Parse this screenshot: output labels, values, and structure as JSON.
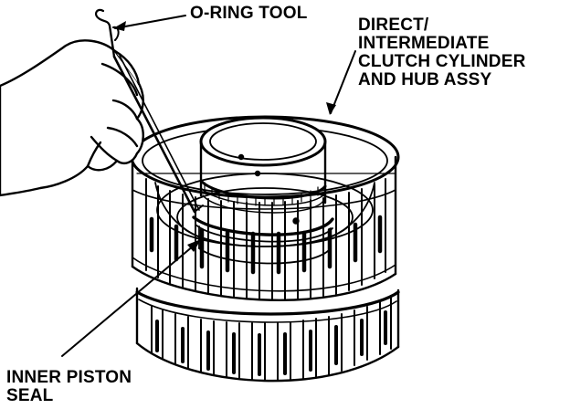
{
  "labels": {
    "o_ring_tool": "O-RING TOOL",
    "clutch_assembly": [
      "DIRECT/",
      "INTERMEDIATE",
      "CLUTCH CYLINDER",
      "AND HUB ASSY"
    ],
    "inner_piston_seal": [
      "INNER PISTON",
      "SEAL"
    ]
  },
  "colors": {
    "ink": "#000000",
    "paper": "#ffffff"
  }
}
